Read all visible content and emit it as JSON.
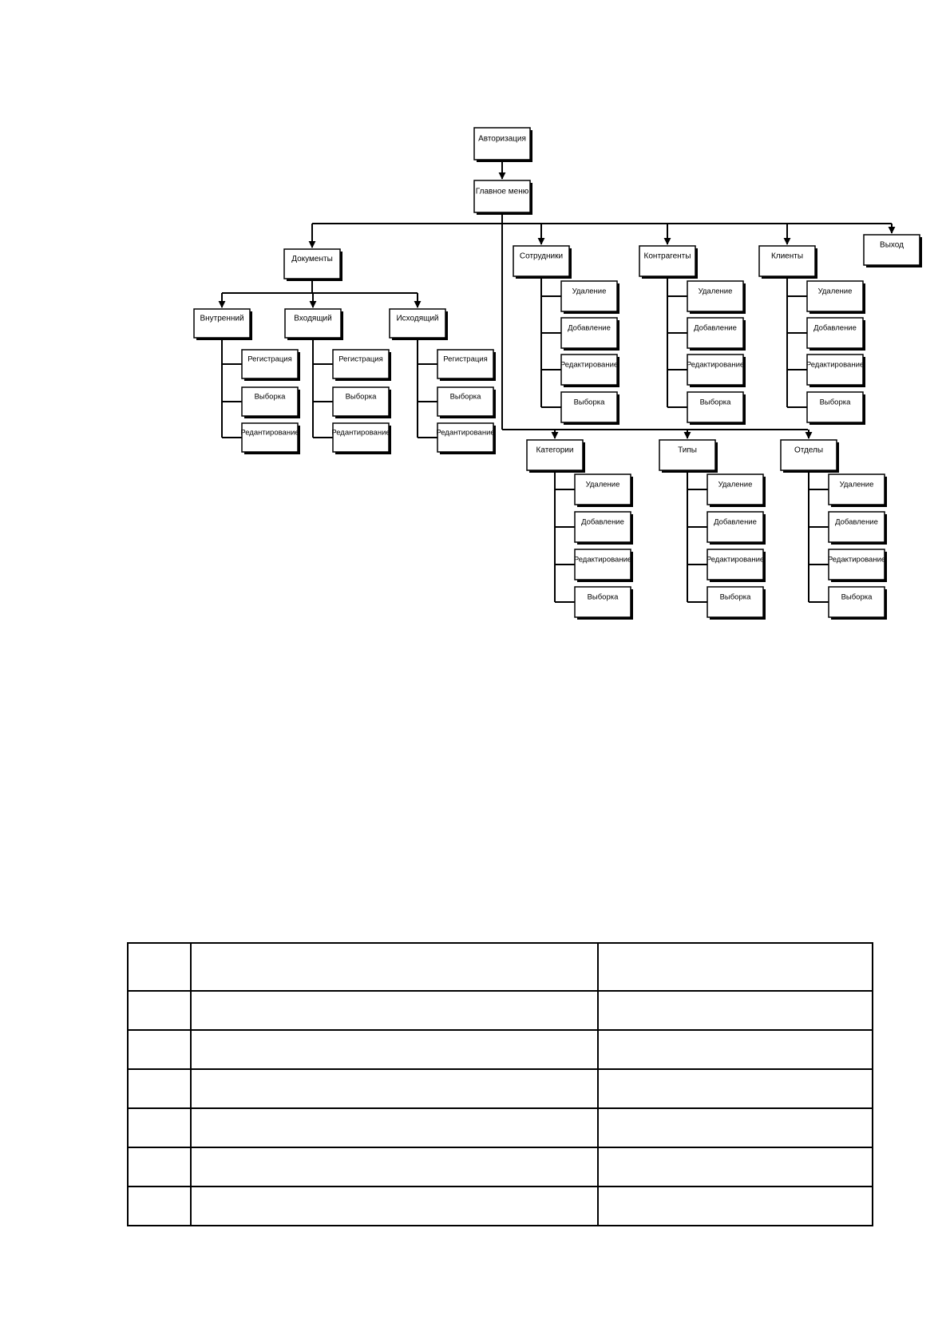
{
  "diagram": {
    "root": "Авторизация",
    "main_menu": "Главное меню",
    "documents": {
      "label": "Документы",
      "groups": [
        {
          "label": "Внутренний",
          "items": [
            "Регистрация",
            "Выборка",
            "Редантирование"
          ]
        },
        {
          "label": "Входящий",
          "items": [
            "Регистрация",
            "Выборка",
            "Редантирование"
          ]
        },
        {
          "label": "Исходящий",
          "items": [
            "Регистрация",
            "Выборка",
            "Редантирование"
          ]
        }
      ]
    },
    "upper_sections": [
      {
        "label": "Сотрудники",
        "items": [
          "Удаление",
          "Добавление",
          "Редактирование",
          "Выборка"
        ]
      },
      {
        "label": "Контрагенты",
        "items": [
          "Удаление",
          "Добавление",
          "Редактирование",
          "Выборка"
        ]
      },
      {
        "label": "Клиенты",
        "items": [
          "Удаление",
          "Добавление",
          "Редактирование",
          "Выборка"
        ]
      }
    ],
    "exit": "Выход",
    "lower_sections": [
      {
        "label": "Категории",
        "items": [
          "Удаление",
          "Добавление",
          "Редактирование",
          "Выборка"
        ]
      },
      {
        "label": "Типы",
        "items": [
          "Удаление",
          "Добавление",
          "Редактирование",
          "Выборка"
        ]
      },
      {
        "label": "Отделы",
        "items": [
          "Удаление",
          "Добавление",
          "Редактирование",
          "Выборка"
        ]
      }
    ]
  },
  "table": {
    "columns": 3,
    "body_rows": 6
  }
}
